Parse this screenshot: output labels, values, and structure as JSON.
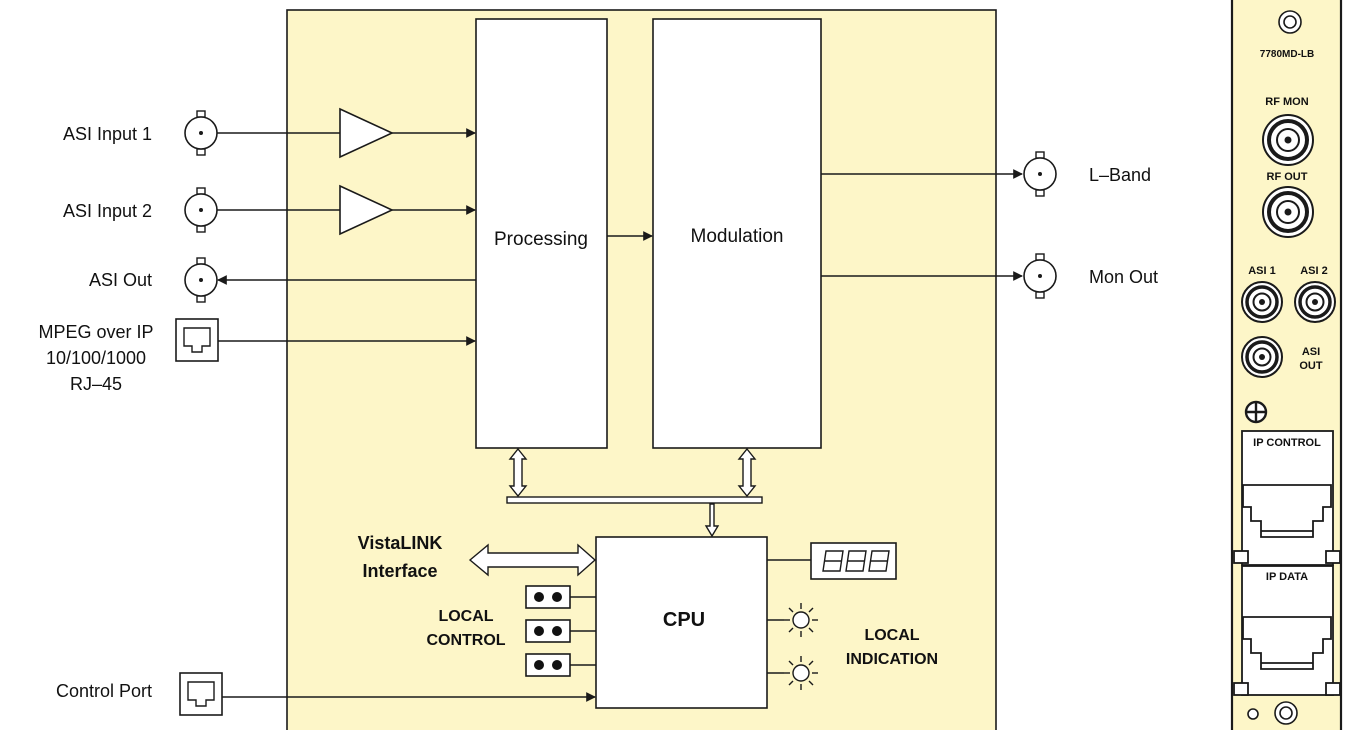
{
  "inputs": {
    "asi_input_1": "ASI Input 1",
    "asi_input_2": "ASI Input 2",
    "asi_out": "ASI Out",
    "mpeg_line1": "MPEG over IP",
    "mpeg_line2": "10/100/1000",
    "mpeg_line3": "RJ–45",
    "control_port": "Control Port"
  },
  "blocks": {
    "processing": "Processing",
    "modulation": "Modulation",
    "cpu": "CPU"
  },
  "outputs": {
    "l_band": "L–Band",
    "mon_out": "Mon Out"
  },
  "cpu_area": {
    "vistalink_line1": "VistaLINK",
    "vistalink_line2": "Interface",
    "local_control_line1": "LOCAL",
    "local_control_line2": "CONTROL",
    "local_indication_line1": "LOCAL",
    "local_indication_line2": "INDICATION"
  },
  "panel": {
    "model": "7780MD-LB",
    "rf_mon": "RF MON",
    "rf_out": "RF OUT",
    "asi_1": "ASI 1",
    "asi_2": "ASI 2",
    "asi_out_line1": "ASI",
    "asi_out_line2": "OUT",
    "ip_control": "IP CONTROL",
    "ip_data": "IP DATA"
  },
  "colors": {
    "card_fill": "#fdf6c8",
    "stroke": "#1a1a1a"
  }
}
